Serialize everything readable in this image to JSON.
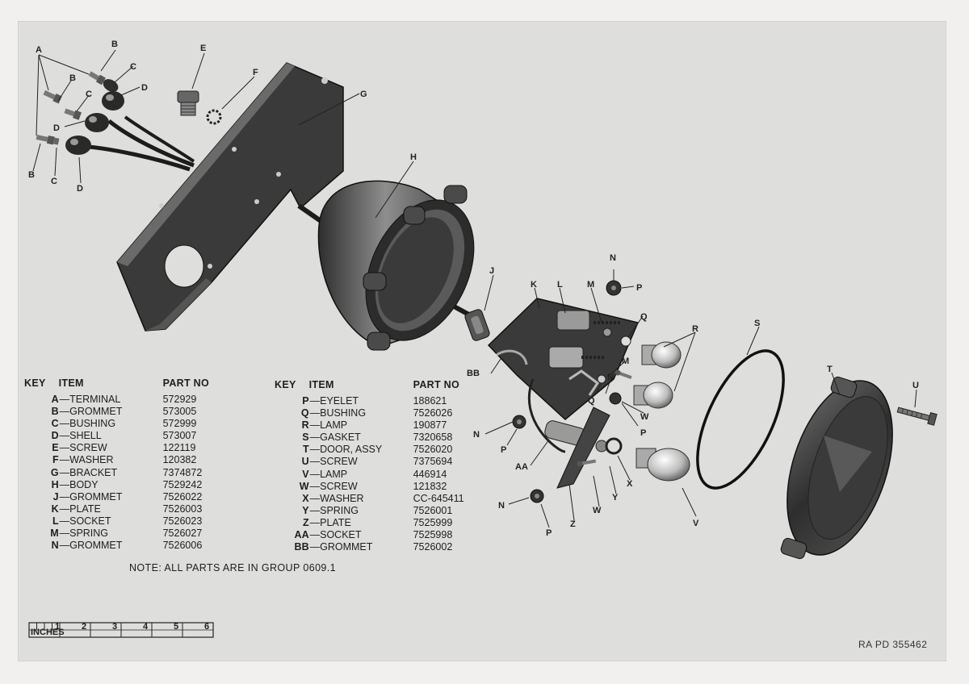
{
  "table_left": {
    "header": {
      "key": "KEY",
      "item": "ITEM",
      "part": "PART NO"
    },
    "rows": [
      {
        "key": "A",
        "item": "TERMINAL",
        "part": "572929"
      },
      {
        "key": "B",
        "item": "GROMMET",
        "part": "573005"
      },
      {
        "key": "C",
        "item": "BUSHING",
        "part": "572999"
      },
      {
        "key": "D",
        "item": "SHELL",
        "part": "573007"
      },
      {
        "key": "E",
        "item": "SCREW",
        "part": "122119"
      },
      {
        "key": "F",
        "item": "WASHER",
        "part": "120382"
      },
      {
        "key": "G",
        "item": "BRACKET",
        "part": "7374872"
      },
      {
        "key": "H",
        "item": "BODY",
        "part": "7529242"
      },
      {
        "key": "J",
        "item": "GROMMET",
        "part": "7526022"
      },
      {
        "key": "K",
        "item": "PLATE",
        "part": "7526003"
      },
      {
        "key": "L",
        "item": "SOCKET",
        "part": "7526023"
      },
      {
        "key": "M",
        "item": "SPRING",
        "part": "7526027"
      },
      {
        "key": "N",
        "item": "GROMMET",
        "part": "7526006"
      }
    ]
  },
  "table_right": {
    "header": {
      "key": "KEY",
      "item": "ITEM",
      "part": "PART NO"
    },
    "rows": [
      {
        "key": "P",
        "item": "EYELET",
        "part": "188621"
      },
      {
        "key": "Q",
        "item": "BUSHING",
        "part": "7526026"
      },
      {
        "key": "R",
        "item": "LAMP",
        "part": "190877"
      },
      {
        "key": "S",
        "item": "GASKET",
        "part": "7320658"
      },
      {
        "key": "T",
        "item": "DOOR, ASSY",
        "part": "7526020"
      },
      {
        "key": "U",
        "item": "SCREW",
        "part": "7375694"
      },
      {
        "key": "V",
        "item": "LAMP",
        "part": "446914"
      },
      {
        "key": "W",
        "item": "SCREW",
        "part": "121832"
      },
      {
        "key": "X",
        "item": "WASHER",
        "part": "CC-645411"
      },
      {
        "key": "Y",
        "item": "SPRING",
        "part": "7526001"
      },
      {
        "key": "Z",
        "item": "PLATE",
        "part": "7525999"
      },
      {
        "key": "AA",
        "item": "SOCKET",
        "part": "7525998"
      },
      {
        "key": "BB",
        "item": "GROMMET",
        "part": "7526002"
      }
    ]
  },
  "note": "NOTE: ALL PARTS ARE IN GROUP 0609.1",
  "scale": {
    "unit_label": "INCHES",
    "ticks": [
      "1",
      "2",
      "3",
      "4",
      "5",
      "6"
    ]
  },
  "reference": "RA PD 355462",
  "callouts": {
    "a": "A",
    "b": "B",
    "c": "C",
    "d": "D",
    "e": "E",
    "f": "F",
    "g": "G",
    "h": "H",
    "j": "J",
    "k": "K",
    "l": "L",
    "m": "M",
    "n": "N",
    "p": "P",
    "q": "Q",
    "r": "R",
    "s": "S",
    "t": "T",
    "u": "U",
    "v": "V",
    "w": "W",
    "x": "X",
    "y": "Y",
    "z": "Z",
    "aa": "AA",
    "bb": "BB"
  },
  "colors": {
    "paper": "#dedfdc",
    "ink": "#222222",
    "metal_dark": "#3a3a3a",
    "metal_light": "#8a8a8a"
  }
}
